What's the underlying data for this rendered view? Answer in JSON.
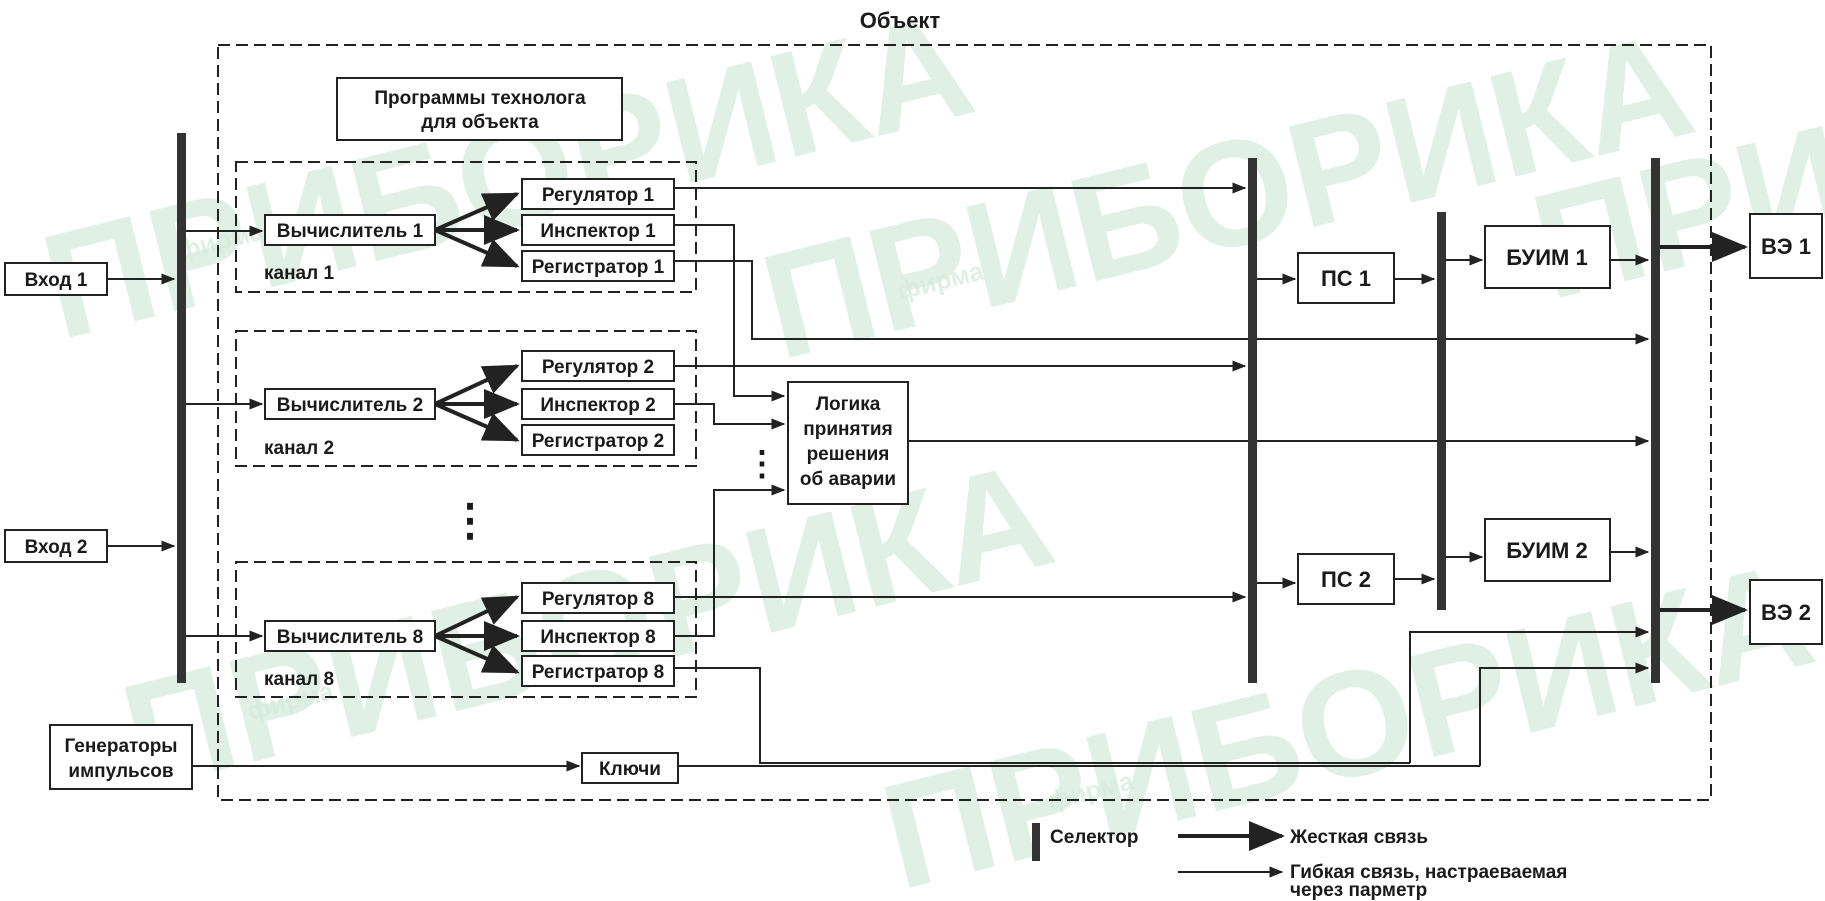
{
  "watermark": {
    "text": "ПРИБОРИКА",
    "sub": "фирма",
    "color": "#cfe9d6"
  },
  "title": "Объект",
  "tech_programs": {
    "line1": "Программы технолога",
    "line2": "для объекта"
  },
  "inputs": [
    "Вход 1",
    "Вход 2"
  ],
  "channels": [
    {
      "name": "канал 1",
      "calc": "Вычислитель 1",
      "reg": "Регулятор 1",
      "insp": "Инспектор 1",
      "rec": "Регистратор 1"
    },
    {
      "name": "канал 2",
      "calc": "Вычислитель 2",
      "reg": "Регулятор 2",
      "insp": "Инспектор 2",
      "rec": "Регистратор 2"
    },
    {
      "name": "канал 8",
      "calc": "Вычислитель 8",
      "reg": "Регулятор 8",
      "insp": "Инспектор 8",
      "rec": "Регистратор 8"
    }
  ],
  "logic": [
    "Логика",
    "принятия",
    "решения",
    "об аварии"
  ],
  "ps": [
    "ПС 1",
    "ПС 2"
  ],
  "buim": [
    "БУИМ 1",
    "БУИМ 2"
  ],
  "outputs": [
    "ВЭ 1",
    "ВЭ 2"
  ],
  "generators": [
    "Генераторы",
    "импульсов"
  ],
  "keys": "Ключи",
  "ellipsis": "⋮",
  "legend": {
    "selector": "Селектор",
    "hard": "Жесткая связь",
    "flex1": "Гибкая связь, настраеваемая",
    "flex2": "через парметр"
  }
}
